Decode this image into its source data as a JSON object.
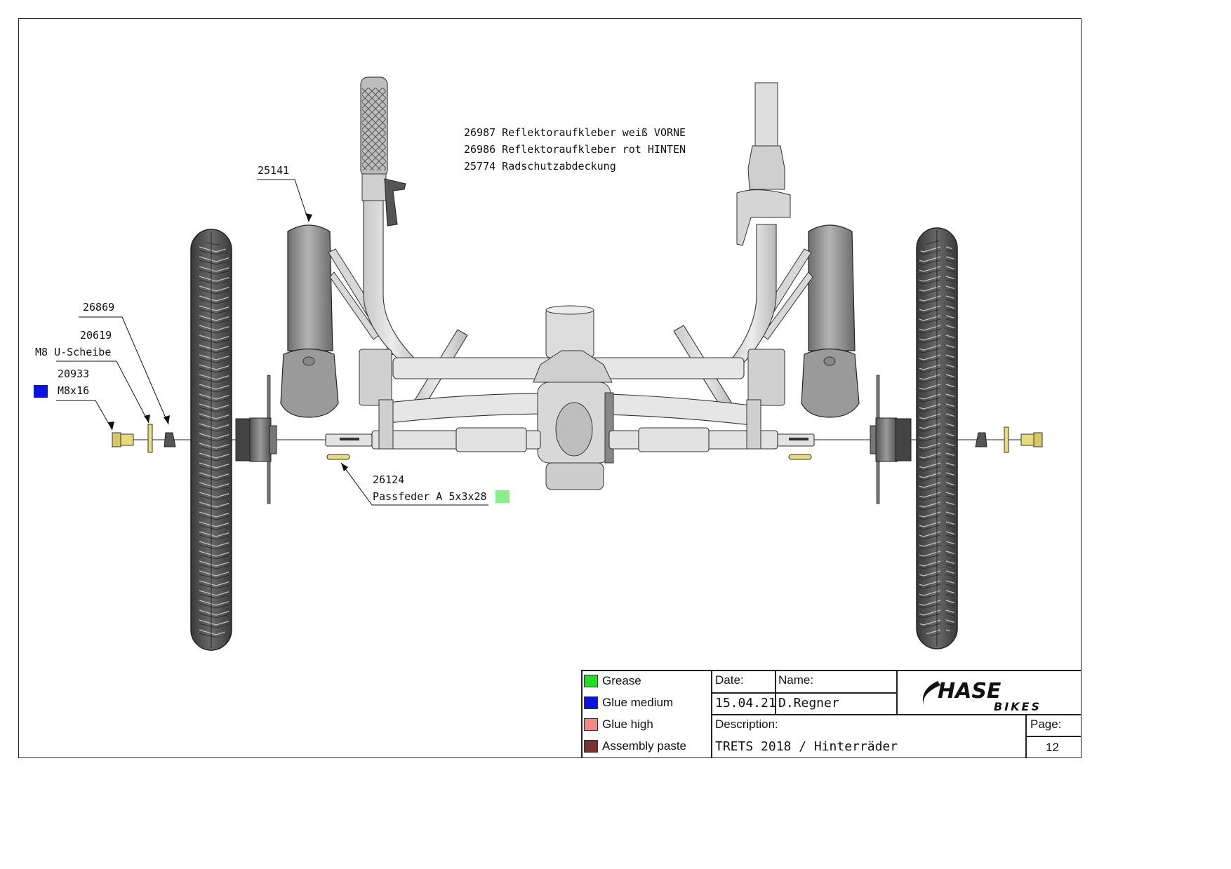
{
  "callouts": {
    "reflector_white": "26987 Reflektoraufkleber weiß VORNE",
    "reflector_red": "26986 Reflektoraufkleber rot HINTEN",
    "fender_cover": "25774 Radschutzabdeckung",
    "fender": "25141",
    "part_26869": "26869",
    "part_20619": "20619",
    "washer": "M8 U-Scheibe",
    "part_20933": "20933",
    "bolt": "M8x16",
    "part_26124": "26124",
    "key": "Passfeder A 5x3x28"
  },
  "legend": [
    {
      "label": "Grease",
      "color": "#22dd22"
    },
    {
      "label": "Glue medium",
      "color": "#0a14e0"
    },
    {
      "label": "Glue high",
      "color": "#f08a8a"
    },
    {
      "label": "Assembly paste",
      "color": "#7a3333"
    }
  ],
  "title_block": {
    "date_label": "Date:",
    "date": "15.04.21",
    "name_label": "Name:",
    "name": "D.Regner",
    "description_label": "Description:",
    "description": "TRETS 2018 / Hinterräder",
    "page_label": "Page:",
    "page": "12",
    "logo_main": "HASE",
    "logo_sub": "BIKES"
  },
  "colors": {
    "bolt": "#e8dc7a",
    "glue_medium_marker": "#0a14e0",
    "key_marker": "#88f088"
  }
}
